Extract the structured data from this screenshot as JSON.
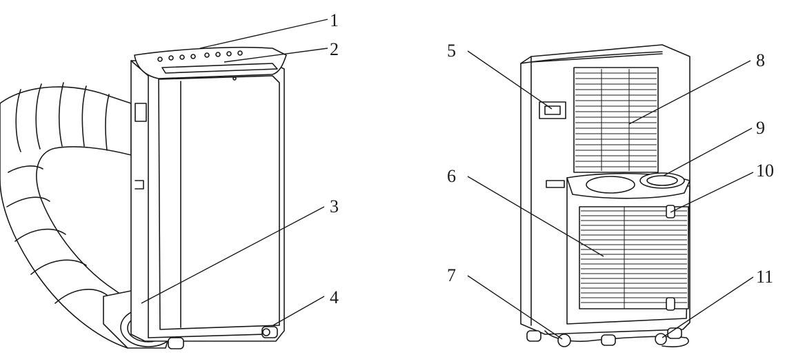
{
  "callouts": [
    {
      "id": "1",
      "label": "1"
    },
    {
      "id": "2",
      "label": "2"
    },
    {
      "id": "3",
      "label": "3"
    },
    {
      "id": "4",
      "label": "4"
    },
    {
      "id": "5",
      "label": "5"
    },
    {
      "id": "6",
      "label": "6"
    },
    {
      "id": "7",
      "label": "7"
    },
    {
      "id": "8",
      "label": "8"
    },
    {
      "id": "9",
      "label": "9"
    },
    {
      "id": "10",
      "label": "10"
    },
    {
      "id": "11",
      "label": "11"
    }
  ],
  "views": {
    "front": {
      "icon": "air-conditioner-front-view"
    },
    "rear": {
      "icon": "air-conditioner-rear-view"
    }
  },
  "colors": {
    "line": "#1a1a1a",
    "background": "#ffffff"
  }
}
